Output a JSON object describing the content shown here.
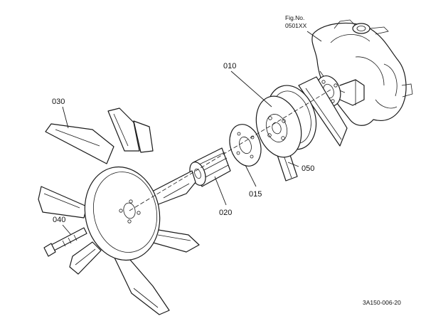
{
  "diagram": {
    "figure_ref": {
      "line1": "Fig.No.",
      "line2": "0501XX"
    },
    "drawing_code": "3A150-006-20",
    "parts": [
      {
        "label": "010"
      },
      {
        "label": "015"
      },
      {
        "label": "020"
      },
      {
        "label": "030"
      },
      {
        "label": "040"
      },
      {
        "label": "050"
      }
    ]
  }
}
